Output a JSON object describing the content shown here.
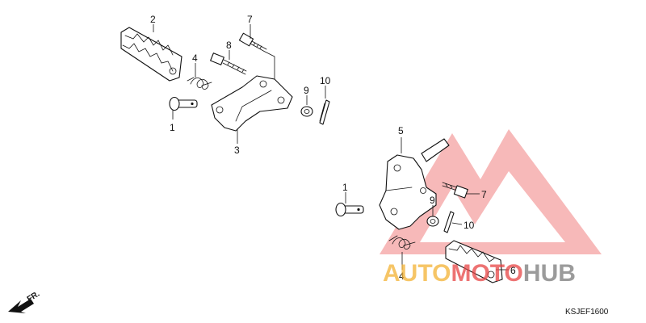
{
  "watermark": {
    "word_part_1": "AUTO",
    "word_part_2": "MOTO",
    "word_part_3": "HUB",
    "color_1": "#f4b233",
    "color_2": "#e84545",
    "color_3": "#7a7a7a",
    "logo_color": "#f08080"
  },
  "diagram_code": "KSJEF1600",
  "front_arrow_label": "FR.",
  "callouts": {
    "upper": {
      "n1": "1",
      "n2": "2",
      "n3": "3",
      "n4": "4",
      "n7": "7",
      "n8": "8",
      "n9": "9",
      "n10": "10"
    },
    "lower": {
      "n1": "1",
      "n4": "4",
      "n5": "5",
      "n6": "6",
      "n7": "7",
      "n9": "9",
      "n10": "10"
    }
  }
}
